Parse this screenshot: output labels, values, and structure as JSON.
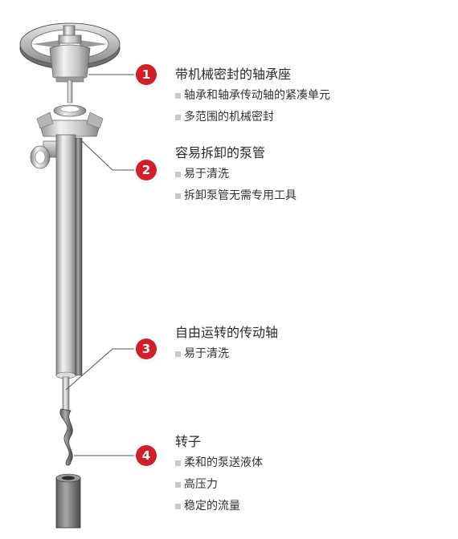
{
  "colors": {
    "badge": "#d01f28",
    "leader": "#555555",
    "metal": "#bfbfbf",
    "bullet": "#c9c9c9"
  },
  "callouts": [
    {
      "number": "1",
      "title": "带机械密封的轴承座",
      "bullets": [
        "轴承和轴承传动轴的紧凑单元",
        "多范围的机械密封"
      ]
    },
    {
      "number": "2",
      "title": "容易拆卸的泵管",
      "bullets": [
        "易于清洗",
        "拆卸泵管无需专用工具"
      ]
    },
    {
      "number": "3",
      "title": "自由运转的传动轴",
      "bullets": [
        "易于清洗"
      ]
    },
    {
      "number": "4",
      "title": "转子",
      "bullets": [
        "柔和的泵送液体",
        "高压力",
        "稳定的流量"
      ]
    }
  ]
}
